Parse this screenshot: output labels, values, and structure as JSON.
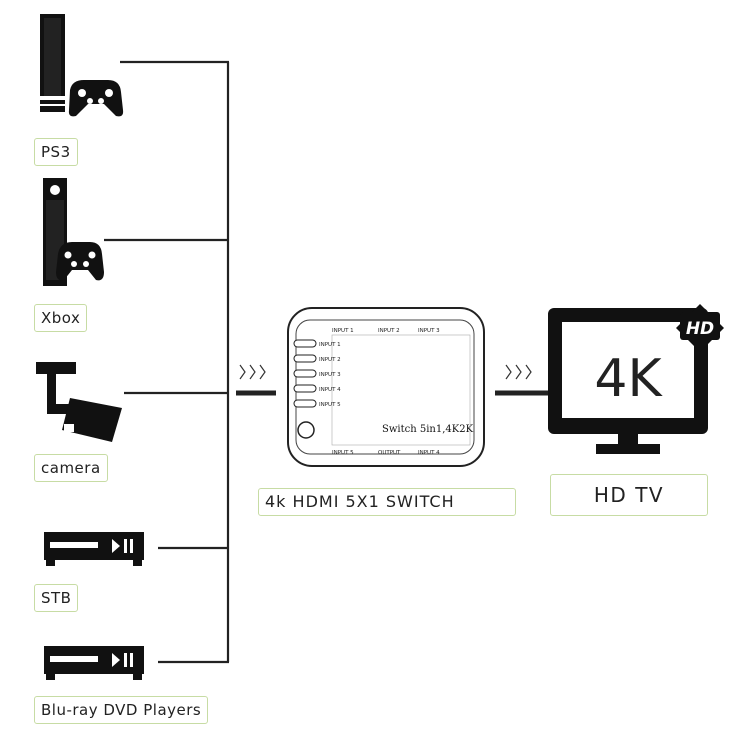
{
  "devices": [
    {
      "name": "ps3",
      "label": "PS3"
    },
    {
      "name": "xbox",
      "label": "Xbox"
    },
    {
      "name": "camera",
      "label": "camera"
    },
    {
      "name": "stb",
      "label": "STB"
    },
    {
      "name": "bluray",
      "label": "Blu-ray DVD Players"
    }
  ],
  "switch": {
    "caption": "4k HDMI 5X1 SWITCH",
    "model_text": "Switch 5in1,4K2K",
    "top_ports": [
      "INPUT 1",
      "INPUT 2",
      "INPUT 3"
    ],
    "side_inputs": [
      "INPUT 1",
      "INPUT 2",
      "INPUT 3",
      "INPUT 4",
      "INPUT 5"
    ],
    "bottom_ports": [
      "INPUT 5",
      "OUTPUT",
      "INPUT 4"
    ]
  },
  "tv": {
    "caption": "HD TV",
    "screen_text": "4K",
    "badge_text": "HD"
  },
  "colors": {
    "label_border": "#c7dca4",
    "line": "#222222",
    "icon": "#111111"
  }
}
